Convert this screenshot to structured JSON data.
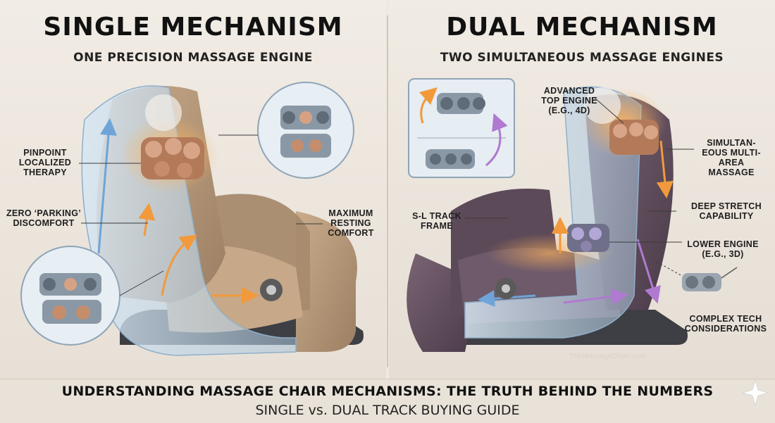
{
  "left": {
    "title": "SINGLE MECHANISM",
    "subtitle": "ONE PRECISION MASSAGE ENGINE",
    "labels": {
      "pinpoint": "PINPOINT LOCALIZED THERAPY",
      "parking": "ZERO ‘PARKING’ DISCOMFORT",
      "resting": "MAXIMUM RESTING COMFORT"
    }
  },
  "right": {
    "title": "DUAL MECHANISM",
    "subtitle": "TWO SIMULTANEOUS MASSAGE ENGINES",
    "labels": {
      "top_engine": "ADVANCED TOP ENGINE (e.g., 4D)",
      "multi_area": "SIMULTAN-EOUS MULTI-AREA MASSAGE",
      "deep_stretch": "DEEP STRETCH CAPABILITY",
      "sl_track": "S-L TRACK FRAME",
      "lower_engine": "LOWER ENGINE (e.g., 3D)",
      "complex": "COMPLEX TECH CONSIDERATIONS"
    }
  },
  "footer": {
    "title": "UNDERSTANDING MASSAGE CHAIR MECHANISMS: THE TRUTH BEHIND THE NUMBERS",
    "subtitle": "SINGLE vs. DUAL TRACK BUYING GUIDE"
  },
  "watermark": "TheMassageChair.com",
  "colors": {
    "tan_chair": "#b89a7c",
    "purple_chair": "#5e4a5a",
    "base": "#3e3f45",
    "glass": "#cfe0ee",
    "glow": "#f3a24e"
  }
}
